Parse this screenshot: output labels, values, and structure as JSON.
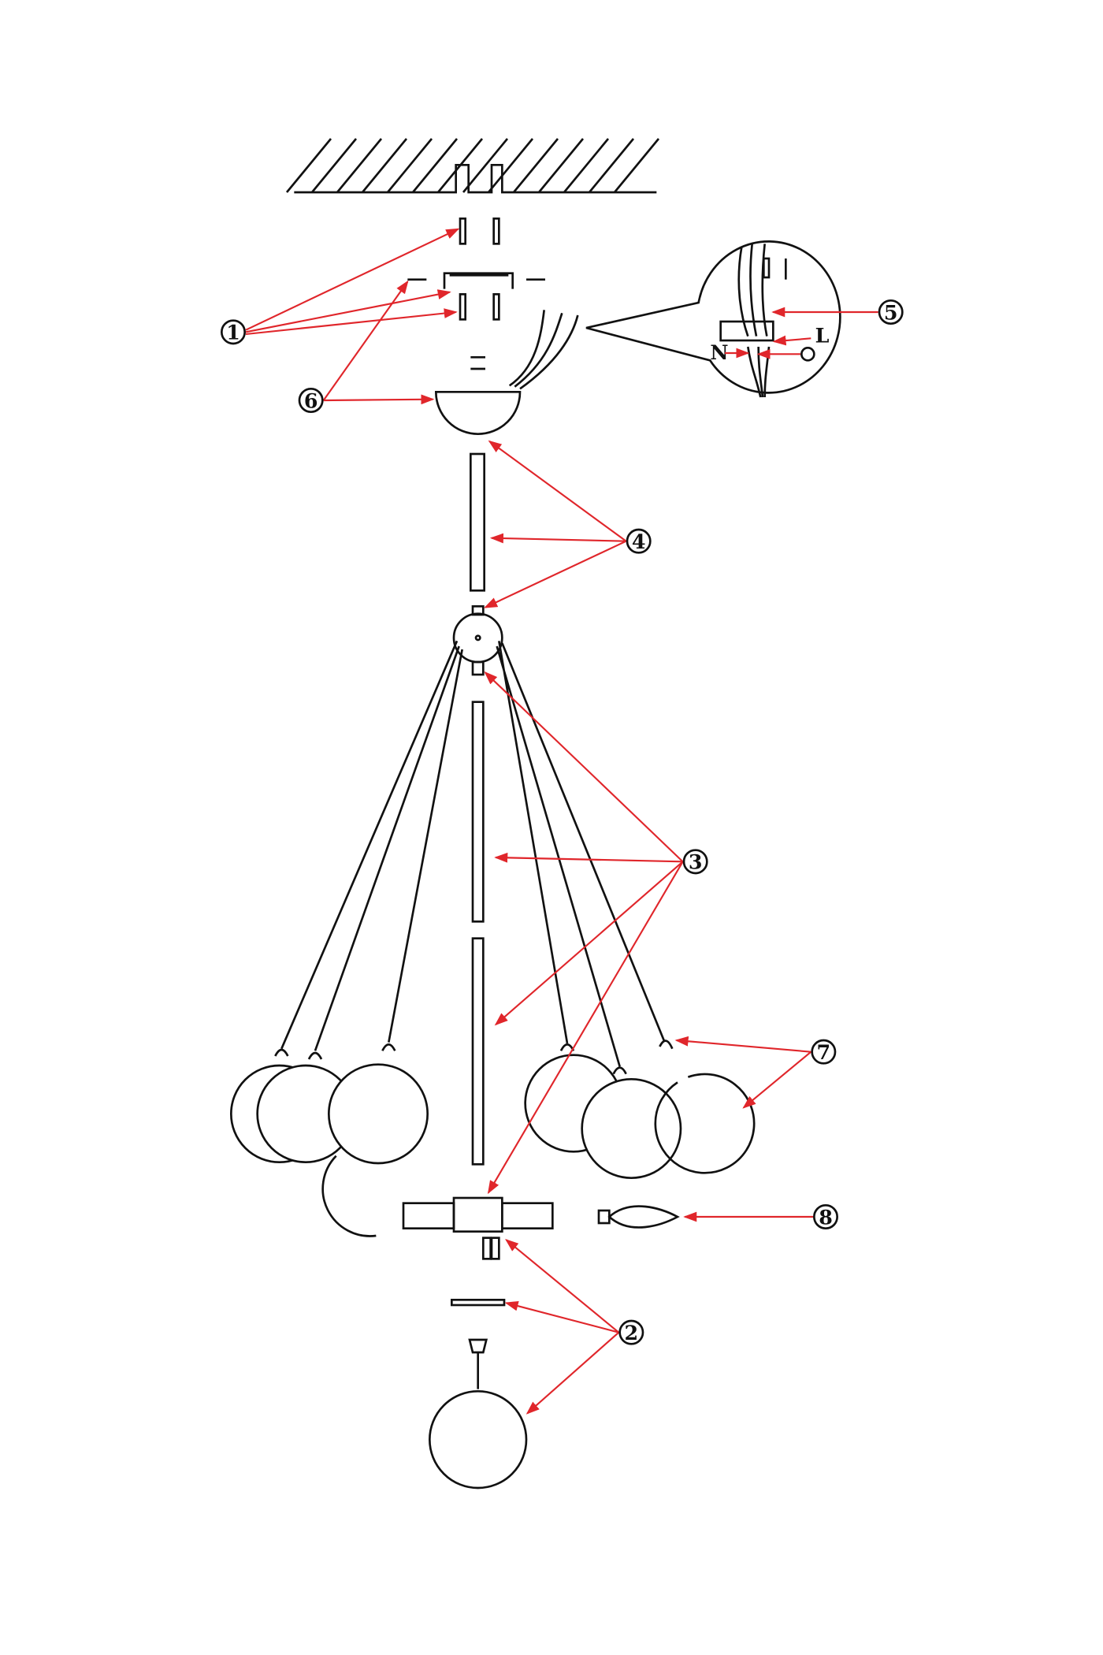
{
  "diagram": {
    "callouts": [
      "1",
      "2",
      "3",
      "4",
      "5",
      "6",
      "7",
      "8"
    ],
    "wiring": {
      "neutral_label": "N",
      "live_label": "L"
    },
    "colors": {
      "line": "#111111",
      "arrow": "#e0262b"
    }
  }
}
